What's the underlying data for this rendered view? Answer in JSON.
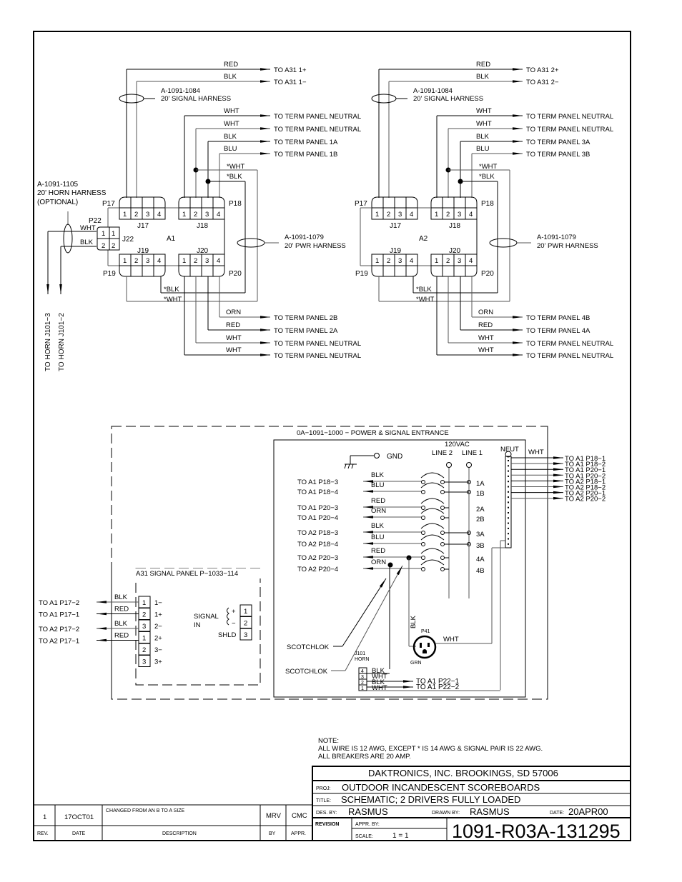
{
  "driver_a1": {
    "name": "A1",
    "signal_harness": {
      "part": "A-1091-1084",
      "desc": "20' SIGNAL HARNESS"
    },
    "pwr_harness": {
      "part": "A-1091-1079",
      "desc": "20' PWR HARNESS"
    },
    "horn_harness": {
      "part": "A-1091-1105",
      "desc": "20' HORN HARNESS",
      "note": "(OPTIONAL)"
    },
    "top_wires": [
      {
        "color": "RED",
        "dest": "TO  A31  1+"
      },
      {
        "color": "BLK",
        "dest": "TO  A31  1−"
      },
      {
        "color": "WHT",
        "dest": "TO  TERM  PANEL  NEUTRAL"
      },
      {
        "color": "WHT",
        "dest": "TO  TERM  PANEL  NEUTRAL"
      },
      {
        "color": "BLK",
        "dest": "TO  TERM  PANEL  1A"
      },
      {
        "color": "BLU",
        "dest": "TO  TERM  PANEL  1B"
      }
    ],
    "jumpers_top": [
      "*WHT",
      "*BLK"
    ],
    "jumpers_bottom": [
      "*BLK",
      "*WHT"
    ],
    "bottom_wires": [
      {
        "color": "ORN",
        "dest": "TO  TERM  PANEL  2B"
      },
      {
        "color": "RED",
        "dest": "TO  TERM  PANEL  2A"
      },
      {
        "color": "WHT",
        "dest": "TO  TERM  PANEL  NEUTRAL"
      },
      {
        "color": "WHT",
        "dest": "TO  TERM  PANEL  NEUTRAL"
      }
    ],
    "horn_wires": [
      {
        "color": "WHT"
      },
      {
        "color": "BLK"
      }
    ],
    "horn_dest": [
      "TO  HORN  J101−3",
      "TO  HORN  J101−2"
    ]
  },
  "driver_a2": {
    "name": "A2",
    "signal_harness": {
      "part": "A-1091-1084",
      "desc": "20' SIGNAL HARNESS"
    },
    "pwr_harness": {
      "part": "A-1091-1079",
      "desc": "20' PWR HARNESS"
    },
    "top_wires": [
      {
        "color": "RED",
        "dest": "TO  A31  2+"
      },
      {
        "color": "BLK",
        "dest": "TO  A31  2−"
      },
      {
        "color": "WHT",
        "dest": "TO  TERM  PANEL  NEUTRAL"
      },
      {
        "color": "WHT",
        "dest": "TO  TERM  PANEL  NEUTRAL"
      },
      {
        "color": "BLK",
        "dest": "TO  TERM  PANEL  3A"
      },
      {
        "color": "BLU",
        "dest": "TO  TERM  PANEL  3B"
      }
    ],
    "jumpers_top": [
      "*WHT",
      "*BLK"
    ],
    "jumpers_bottom": [
      "*BLK",
      "*WHT"
    ],
    "bottom_wires": [
      {
        "color": "ORN",
        "dest": "TO  TERM  PANEL  4B"
      },
      {
        "color": "RED",
        "dest": "TO  TERM  PANEL  4A"
      },
      {
        "color": "WHT",
        "dest": "TO  TERM  PANEL  NEUTRAL"
      },
      {
        "color": "WHT",
        "dest": "TO  TERM  PANEL  NEUTRAL"
      }
    ]
  },
  "connectors": {
    "p17": "P17",
    "p18": "P18",
    "p19": "P19",
    "p20": "P20",
    "p22": "P22",
    "j17": "J17",
    "j18": "J18",
    "j19": "J19",
    "j20": "J20",
    "j22": "J22",
    "pins": [
      "1",
      "2",
      "3",
      "4"
    ]
  },
  "entrance": {
    "title": "0A−1091−1000  −  POWER  &  SIGNAL  ENTRANCE",
    "voltage": "120VAC",
    "line2": "LINE  2",
    "line1": "LINE  1",
    "neut": "NEUT",
    "neut_wire": "WHT",
    "gnd": "GND",
    "breakers": [
      {
        "dest": "TO  A1  P18−3",
        "color": "BLK",
        "term": "1A"
      },
      {
        "dest": "TO  A1  P18−4",
        "color": "BLU",
        "term": "1B"
      },
      {
        "dest": "TO  A1  P20−3",
        "color": "RED",
        "term": "2A"
      },
      {
        "dest": "TO  A1  P20−4",
        "color": "ORN",
        "term": "2B"
      },
      {
        "dest": "TO  A2  P18−3",
        "color": "BLK",
        "term": "3A"
      },
      {
        "dest": "TO  A2  P18−4",
        "color": "BLU",
        "term": "3B"
      },
      {
        "dest": "TO  A2  P20−3",
        "color": "RED",
        "term": "4A"
      },
      {
        "dest": "TO  A2  P20−4",
        "color": "ORN",
        "term": "4B"
      }
    ],
    "neutral_dests": [
      "TO  A1  P18−1",
      "TO  A1  P18−2",
      "TO  A1  P20−1",
      "TO  A1  P20−2",
      "TO  A2  P18−1",
      "TO  A2  P18−2",
      "TO  A2  P20−1",
      "TO  A2  P20−2"
    ],
    "scotchlok": [
      "SCOTCHLOK",
      "SCOTCHLOK"
    ],
    "outlet": {
      "name": "P41",
      "hot": "BLK",
      "neutral": "WHT",
      "ground": "GRN"
    },
    "horn": {
      "label1": "J101",
      "label2": "HORN",
      "pins": [
        {
          "pin": "4",
          "color": "BLK",
          "dest": ""
        },
        {
          "pin": "3",
          "color": "WHT",
          "dest": "TO  A1  P22−1"
        },
        {
          "pin": "2",
          "color": "BLK",
          "dest": "TO  A1  P22−2"
        },
        {
          "pin": "1",
          "color": "WHT",
          "dest": ""
        }
      ]
    }
  },
  "signal_panel": {
    "title": "A31  SIGNAL  PANEL  P−1033−114",
    "outputs": [
      {
        "dest": "TO  A1  P17−2",
        "color": "BLK",
        "pin": "1",
        "label": "1−"
      },
      {
        "dest": "TO  A1  P17−1",
        "color": "RED",
        "pin": "2",
        "label": "1+"
      },
      {
        "dest": "TO  A2  P17−2",
        "color": "BLK",
        "pin": "3",
        "label": "2−"
      },
      {
        "dest": "TO  A2  P17−1",
        "color": "RED",
        "pin": "1",
        "label": "2+"
      },
      {
        "dest": "",
        "color": "",
        "pin": "2",
        "label": "3−"
      },
      {
        "dest": "",
        "color": "",
        "pin": "3",
        "label": "3+"
      }
    ],
    "signal_in": [
      "SIGNAL",
      "IN"
    ],
    "signal_pins": [
      {
        "sym": "+",
        "pin": "1"
      },
      {
        "sym": "−",
        "pin": "2"
      },
      {
        "sym": "SHLD",
        "pin": "3"
      }
    ]
  },
  "note": {
    "heading": "NOTE:",
    "lines": [
      "ALL  WIRE  IS  12  AWG,  EXCEPT  *  IS  14  AWG  &  SIGNAL  PAIR  IS  22  AWG.",
      "ALL  BREAKERS  ARE  20  AMP."
    ]
  },
  "title_block": {
    "company": "DAKTRONICS,  INC.    BROOKINGS,  SD  57006",
    "proj_label": "PROJ:",
    "proj": "OUTDOOR  INCANDESCENT  SCOREBOARDS",
    "title_label": "TITLE:",
    "title": "SCHEMATIC;  2  DRIVERS  FULLY  LOADED",
    "des_label": "DES.  BY:",
    "des": "RASMUS",
    "drawn_label": "DRAWN  BY:",
    "drawn": "RASMUS",
    "date_label": "DATE:",
    "date": "20APR00",
    "revision_label": "REVISION",
    "appr_label": "APPR.  BY:",
    "scale_label": "SCALE:",
    "scale": "1 = 1",
    "drawing_number": "1091-R03A-131295"
  },
  "revisions": {
    "headers": {
      "rev": "REV.",
      "date": "DATE",
      "desc": "DESCRIPTION",
      "by": "BY",
      "appr": "APPR."
    },
    "rows": [
      {
        "rev": "1",
        "date": "17OCT01",
        "desc": "CHANGED  FROM  AN  B  TO  A  SIZE",
        "by": "MRV",
        "appr": "CMC"
      }
    ]
  }
}
